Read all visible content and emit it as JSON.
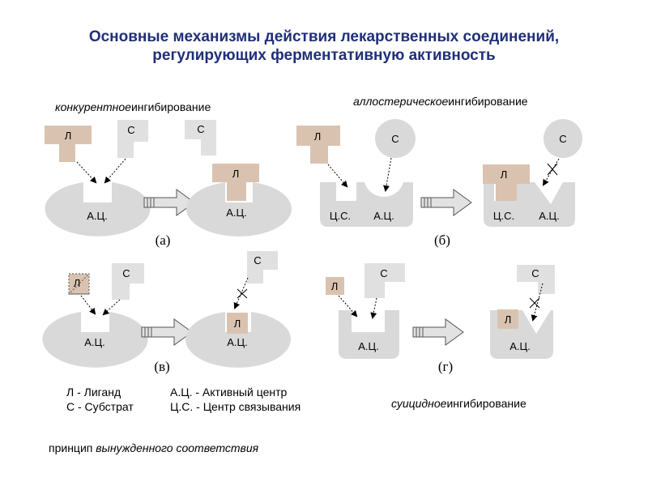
{
  "title": {
    "line1": "Основные механизмы действия лекарственных соединений,",
    "line2": "регулирующих ферментативную активность"
  },
  "captions": {
    "competitive_italic": "конкурентное",
    "allosteric_italic": "аллостерическое",
    "suicide_italic": "суицидное",
    "inhibition": "ингибирование",
    "principle_prefix": "принцип",
    "principle_italic": "вынужденного соответствия"
  },
  "labels": {
    "ligand": "Л",
    "substrate": "С",
    "active_center": "А.Ц.",
    "binding_center": "Ц.С."
  },
  "panels": {
    "a": "(а)",
    "b": "(б)",
    "v": "(в)",
    "g": "(г)"
  },
  "legend": {
    "ligand": "Л - Лиганд",
    "substrate": "С - Субстрат",
    "active_center": "А.Ц. - Активный центр",
    "binding_center": "Ц.С. - Центр связывания"
  },
  "colors": {
    "title": "#1f2f7a",
    "enzyme": "#d9d9d9",
    "ligand": "#d9c3b0",
    "arrow": "#e0e0e0"
  }
}
